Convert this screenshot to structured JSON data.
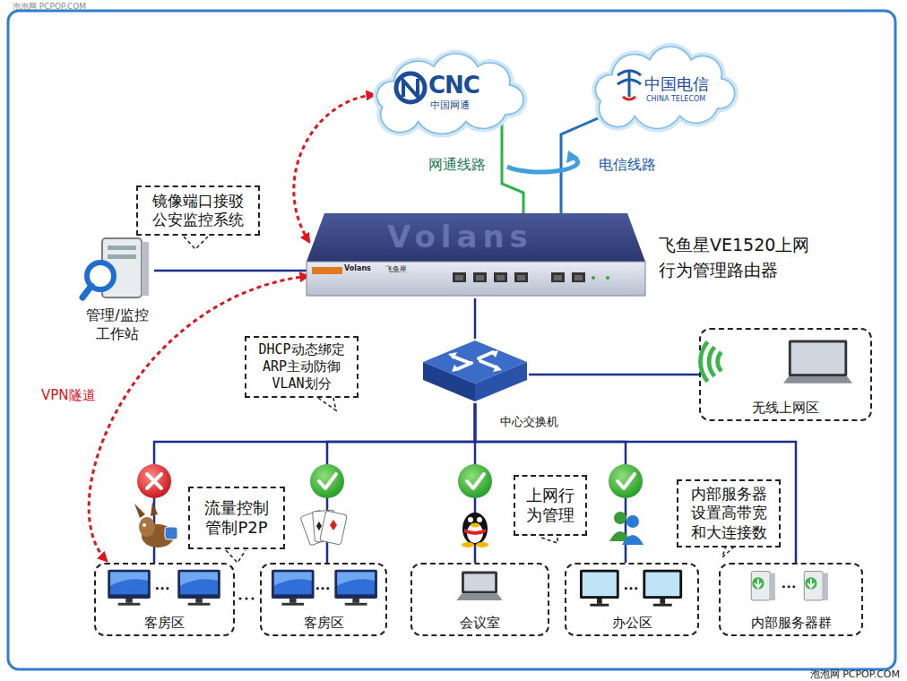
{
  "diagram": {
    "nodes": [
      {
        "text": [
          "CNC",
          "中国网通"
        ]
      },
      {
        "text": [
          "中国电信",
          "CHINA TELECOM"
        ]
      },
      {
        "text": [
          "镜像端口接驳 公安监控系统"
        ]
      },
      {
        "text": [
          "飞鱼星VE1520上网 行为管理路由器"
        ]
      },
      {
        "text": [
          "管理/监控 工作站"
        ]
      },
      {
        "text": [
          "DHCP动态绑定 ARP主动防御 VLAN划分"
        ]
      },
      {
        "text": [
          "中心交换机"
        ]
      },
      {
        "text": [
          "无线上网区"
        ]
      },
      {
        "text": [
          "流量控制 管制P2P"
        ]
      },
      {
        "text": [
          "上网行 为管理"
        ]
      },
      {
        "text": [
          "内部服务器 设置高带宽 和大连接数"
        ]
      },
      {
        "text": [
          "客房区"
        ]
      },
      {
        "text": [
          "客房区"
        ]
      },
      {
        "text": [
          "会议室"
        ]
      },
      {
        "text": [
          "办公区"
        ]
      },
      {
        "text": [
          "内部服务器群"
        ]
      }
    ],
    "edges": [
      {
        "from": 0,
        "to": 3,
        "arrow": "none",
        "label": "网通线路"
      },
      {
        "from": 1,
        "to": 3,
        "arrow": "none",
        "label": "电信线路"
      },
      {
        "from": 3,
        "to": 0,
        "arrow": "both"
      },
      {
        "from": 4,
        "to": 3,
        "arrow": "none"
      },
      {
        "from": 3,
        "to": 11,
        "arrow": "both",
        "label": "VPN隧道"
      },
      {
        "from": 3,
        "to": 6,
        "arrow": "none"
      },
      {
        "from": 6,
        "to": 7,
        "arrow": "none"
      },
      {
        "from": 6,
        "to": 11,
        "arrow": "none"
      },
      {
        "from": 6,
        "to": 12,
        "arrow": "none"
      },
      {
        "from": 6,
        "to": 13,
        "arrow": "none"
      },
      {
        "from": 6,
        "to": 14,
        "arrow": "none"
      },
      {
        "from": 6,
        "to": 15,
        "arrow": "none"
      }
    ],
    "labels": [
      "泡泡网 PCPOP.COM",
      "Volans",
      "Volans",
      "飞鱼星",
      "泡泡网 PCPOP.COM"
    ]
  }
}
